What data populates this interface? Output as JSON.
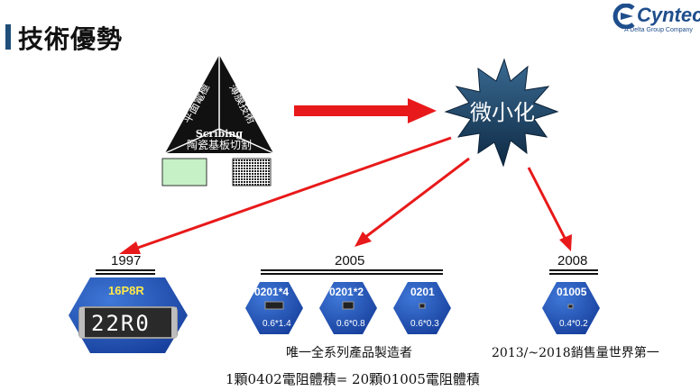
{
  "header": {
    "title": "技術優勢"
  },
  "logo": {
    "name": "Cyntec",
    "tagline": "A Delta Group Company"
  },
  "triangle": {
    "left_label": "平面電極",
    "right_label": "薄膜技術",
    "bottom_label_en": "Scribing",
    "bottom_label_zh": "陶瓷基板切割"
  },
  "burst": {
    "label": "微小化"
  },
  "milestones": [
    {
      "year": "1997"
    },
    {
      "year": "2005"
    },
    {
      "year": "2008"
    }
  ],
  "chips": [
    {
      "name": "16P8R",
      "marking": "22R0"
    },
    {
      "name": "0201*4",
      "size": "0.6*1.4"
    },
    {
      "name": "0201*2",
      "size": "0.6*0.8"
    },
    {
      "name": "0201",
      "size": "0.6*0.3"
    },
    {
      "name": "01005",
      "size": "0.4*0.2"
    }
  ],
  "captions": {
    "sole_maker": "唯一全系列產品製造者",
    "sales_rank": "2013/~2018銷售量世界第一",
    "volume_compare": "1顆0402電阻體積= 20顆01005電阻體積"
  },
  "colors": {
    "arrow": "#e8191a",
    "hexagon": "#1f4fb5",
    "burst": "#1c3d5c",
    "triangle": "#111111",
    "title_bar": "#1f4e79",
    "chip_name_yellow": "#ffe94a"
  }
}
